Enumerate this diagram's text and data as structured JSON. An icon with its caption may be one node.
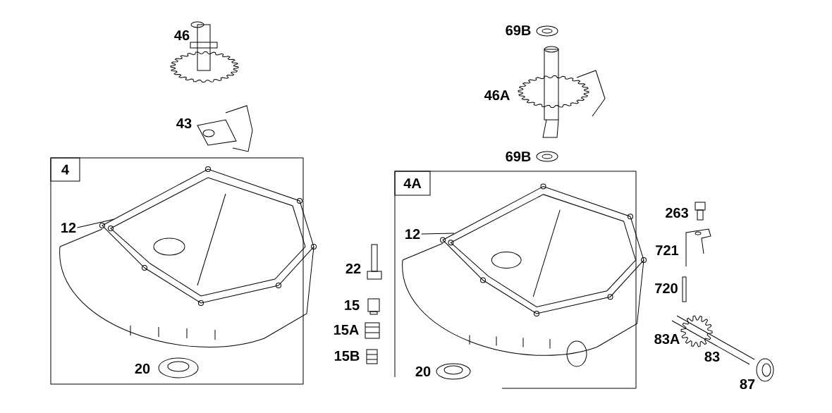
{
  "diagram": {
    "nodes": [
      {
        "text": [
          "4"
        ]
      },
      {
        "text": [
          "12"
        ],
        "in": 0
      },
      {
        "text": [
          "4A"
        ]
      },
      {
        "text": [
          "12"
        ],
        "in": 2
      }
    ],
    "edges": [
      {
        "from": 1,
        "to": null,
        "arrow": "none"
      },
      {
        "from": 3,
        "to": null,
        "arrow": "none"
      }
    ],
    "labels": [
      "46",
      "69B",
      "46A",
      "43",
      "69B",
      "263",
      "721",
      "22",
      "720",
      "15",
      "15A",
      "83A",
      "15B",
      "20",
      "20",
      "83",
      "87"
    ]
  }
}
